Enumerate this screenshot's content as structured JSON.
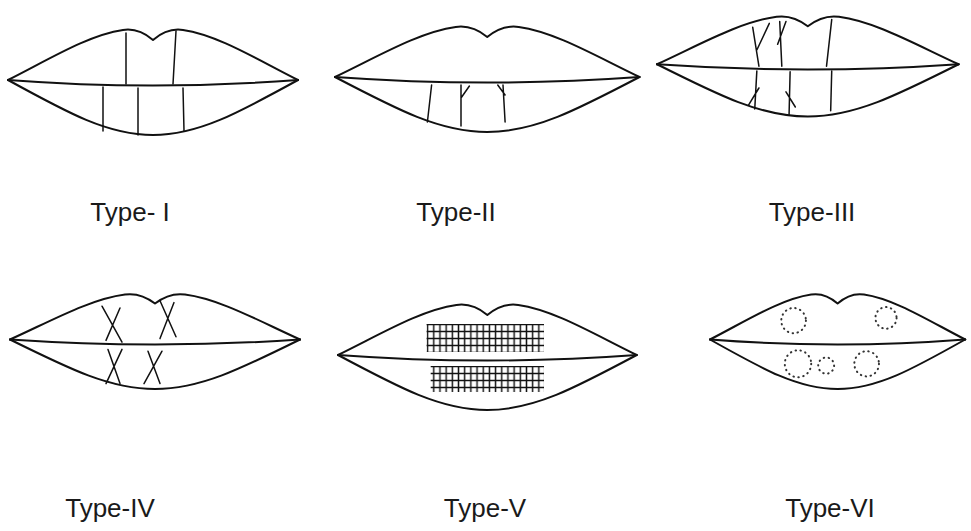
{
  "diagram": {
    "labels": [
      "Type- I",
      "Type-II",
      "Type-III",
      "Type-IV",
      "Type-V",
      "Type-VI"
    ]
  }
}
